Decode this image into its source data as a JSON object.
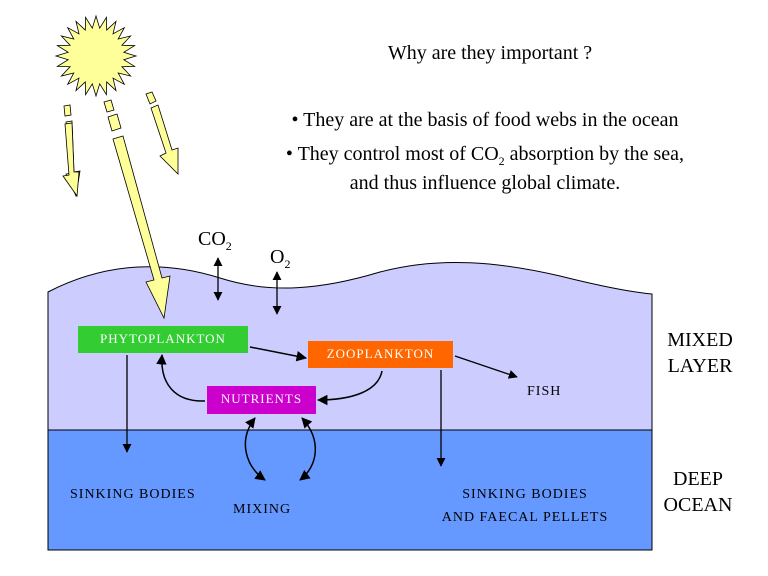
{
  "heading": "Why are they important ?",
  "bullets": [
    "They are at the basis of food webs in the ocean",
    "They control most of CO",
    "2",
    " absorption by the sea,",
    "and thus influence global climate."
  ],
  "gases": {
    "co2": "CO",
    "co2_sub": "2",
    "o2": "O",
    "o2_sub": "2"
  },
  "boxes": {
    "phytoplankton": "PHYTOPLANKTON",
    "zooplankton": "ZOOPLANKTON",
    "nutrients": "NUTRIENTS"
  },
  "labels": {
    "fish": "FISH",
    "sinking_bodies_left": "SINKING BODIES",
    "mixing": "MIXING",
    "sinking_bodies_right_1": "SINKING BODIES",
    "sinking_bodies_right_2": "AND FAECAL PELLETS"
  },
  "zones": {
    "mixed_1": "MIXED",
    "mixed_2": "LAYER",
    "deep_1": "DEEP",
    "deep_2": "OCEAN"
  },
  "colors": {
    "mixed_layer": "#CCCCFF",
    "deep_ocean": "#6699FF",
    "sun": "#FFFF99",
    "phytoplankton": "#33CC33",
    "zooplankton": "#FF6600",
    "nutrients": "#CC00CC"
  }
}
